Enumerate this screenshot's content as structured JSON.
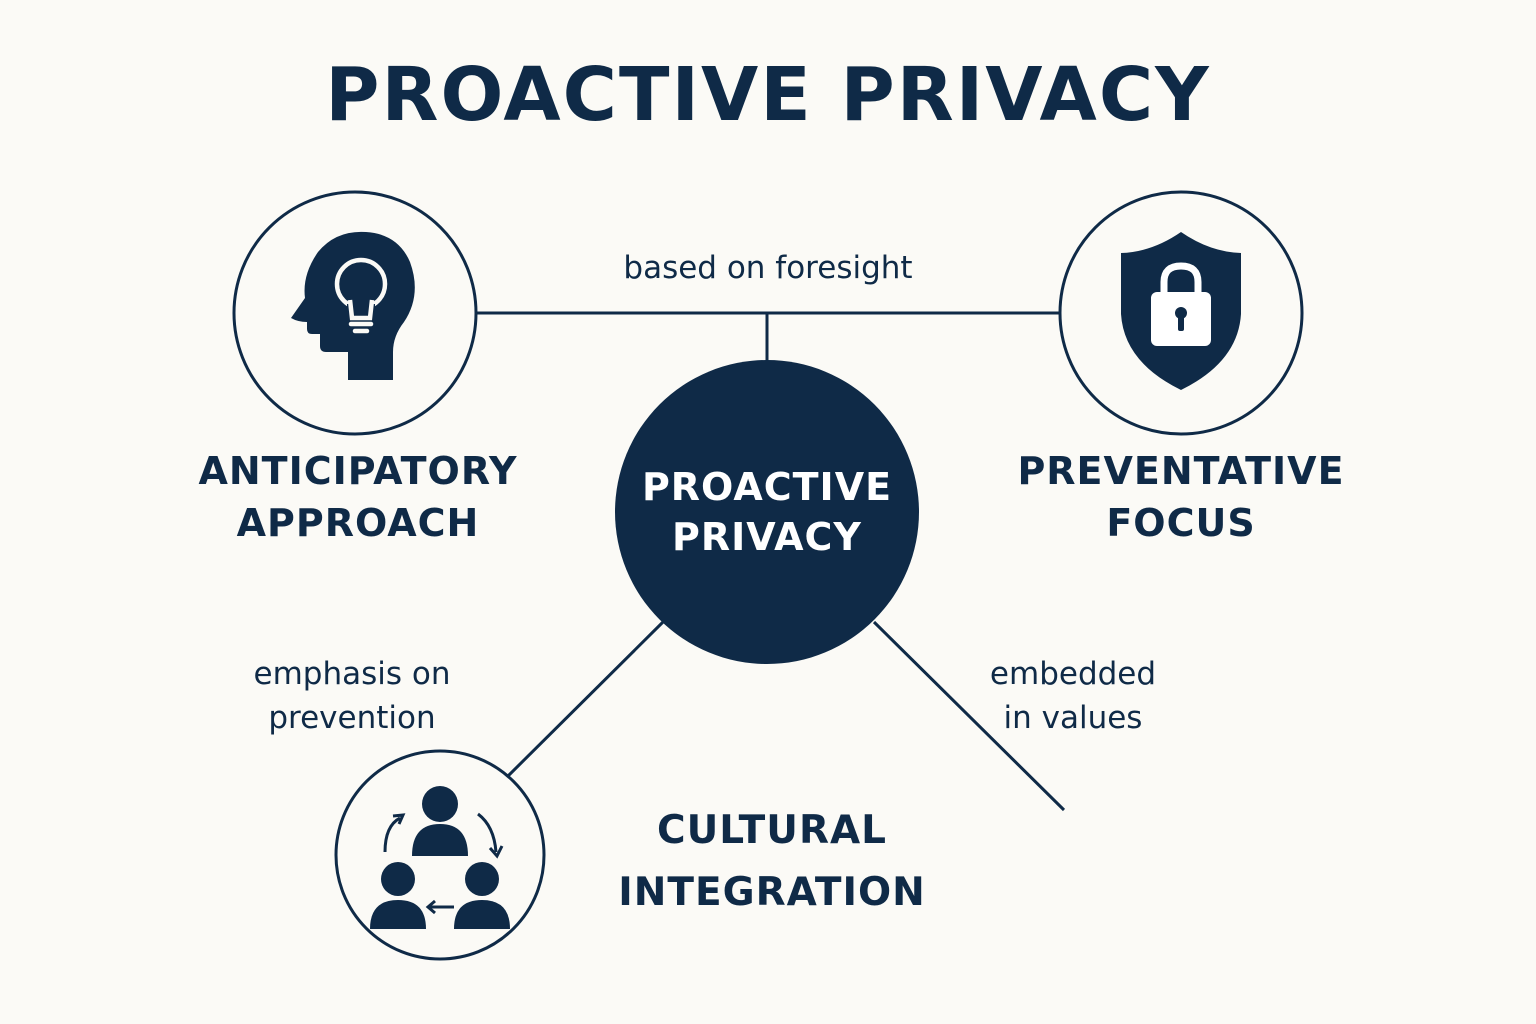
{
  "title": "PROACTIVE PRIVACY",
  "center": {
    "line1": "PROACTIVE",
    "line2": "PRIVACY"
  },
  "nodes": {
    "anticipatory": {
      "line1": "ANTICIPATORY",
      "line2": "APPROACH",
      "icon": "head-lightbulb-icon"
    },
    "preventative": {
      "line1": "PREVENTATIVE",
      "line2": "FOCUS",
      "icon": "shield-lock-icon"
    },
    "cultural": {
      "line1": "CULTURAL",
      "line2": "INTEGRATION",
      "icon": "people-cycle-icon"
    }
  },
  "connectors": {
    "top": "based on foresight",
    "left": {
      "line1": "emphasis on",
      "line2": "prevention"
    },
    "right": {
      "line1": "embedded",
      "line2": "in values"
    }
  },
  "colors": {
    "navy": "#0f2a47",
    "background": "#fbfaf6"
  }
}
